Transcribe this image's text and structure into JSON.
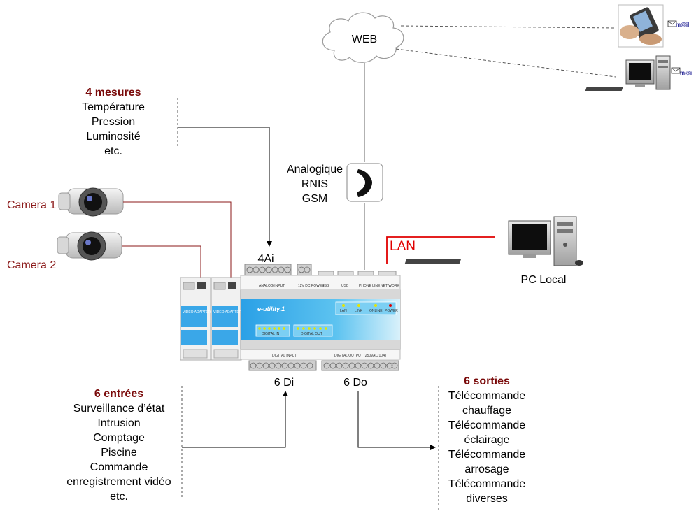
{
  "web": {
    "label": "WEB"
  },
  "email": {
    "label_top": "m@il",
    "label_bottom": "m@i"
  },
  "mesures": {
    "title": "4 mesures",
    "items": [
      "Température",
      "Pression",
      "Luminosité",
      "etc."
    ]
  },
  "phone": {
    "lines": [
      "Analogique",
      "RNIS",
      "GSM"
    ]
  },
  "cameras": {
    "cam1": "Camera 1",
    "cam2": "Camera 2"
  },
  "device": {
    "ai_label": "4Ai",
    "lan_label": "LAN",
    "di_label": "6 Di",
    "do_label": "6 Do",
    "brand": "e-utility.1",
    "video_adapter": "VIDEO ADAPTER",
    "port_labels": [
      "ANALOG INPUT",
      "12V DC POWER",
      "USB",
      "USB",
      "PHONE LINE",
      "NET WORK"
    ],
    "digital_input": "DIGITAL INPUT",
    "digital_output": "DIGITAL OUTPUT (250VAC/10A)",
    "digital_in_panel": "DIGITAL IN",
    "digital_out_panel": "DIGITAL OUT",
    "leds": [
      "LAN",
      "LINK",
      "ONLINE",
      "POWER"
    ]
  },
  "pc_local": {
    "label": "PC Local"
  },
  "entrees": {
    "title": "6 entrées",
    "items": [
      "Surveillance d’état",
      "Intrusion",
      "Comptage",
      "Piscine",
      "Commande",
      "enregistrement vidéo",
      "etc."
    ]
  },
  "sorties": {
    "title": "6 sorties",
    "items": [
      "Télécommande",
      "chauffage",
      "Télécommande",
      "éclairage",
      "Télécommande",
      "arrosage",
      "Télécommande",
      "diverses"
    ]
  },
  "colors": {
    "red_title": "#7a0a0a",
    "camera_wire": "#8b1a1a",
    "lan": "#e00000",
    "device_blue": "#2f9ee0"
  }
}
